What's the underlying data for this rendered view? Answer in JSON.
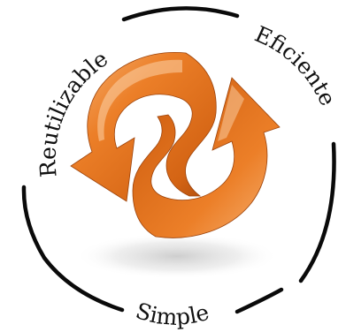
{
  "labels": {
    "left": "Reutilizable",
    "right": "Eficiente",
    "bottom": "Simple"
  },
  "colors": {
    "ring": "#0a0a0a",
    "arrow_light": "#f29a4a",
    "arrow_main": "#e8731d",
    "arrow_dark": "#a9480c",
    "label": "#111111"
  },
  "icons": {
    "center": "recycle-arrows-icon"
  }
}
